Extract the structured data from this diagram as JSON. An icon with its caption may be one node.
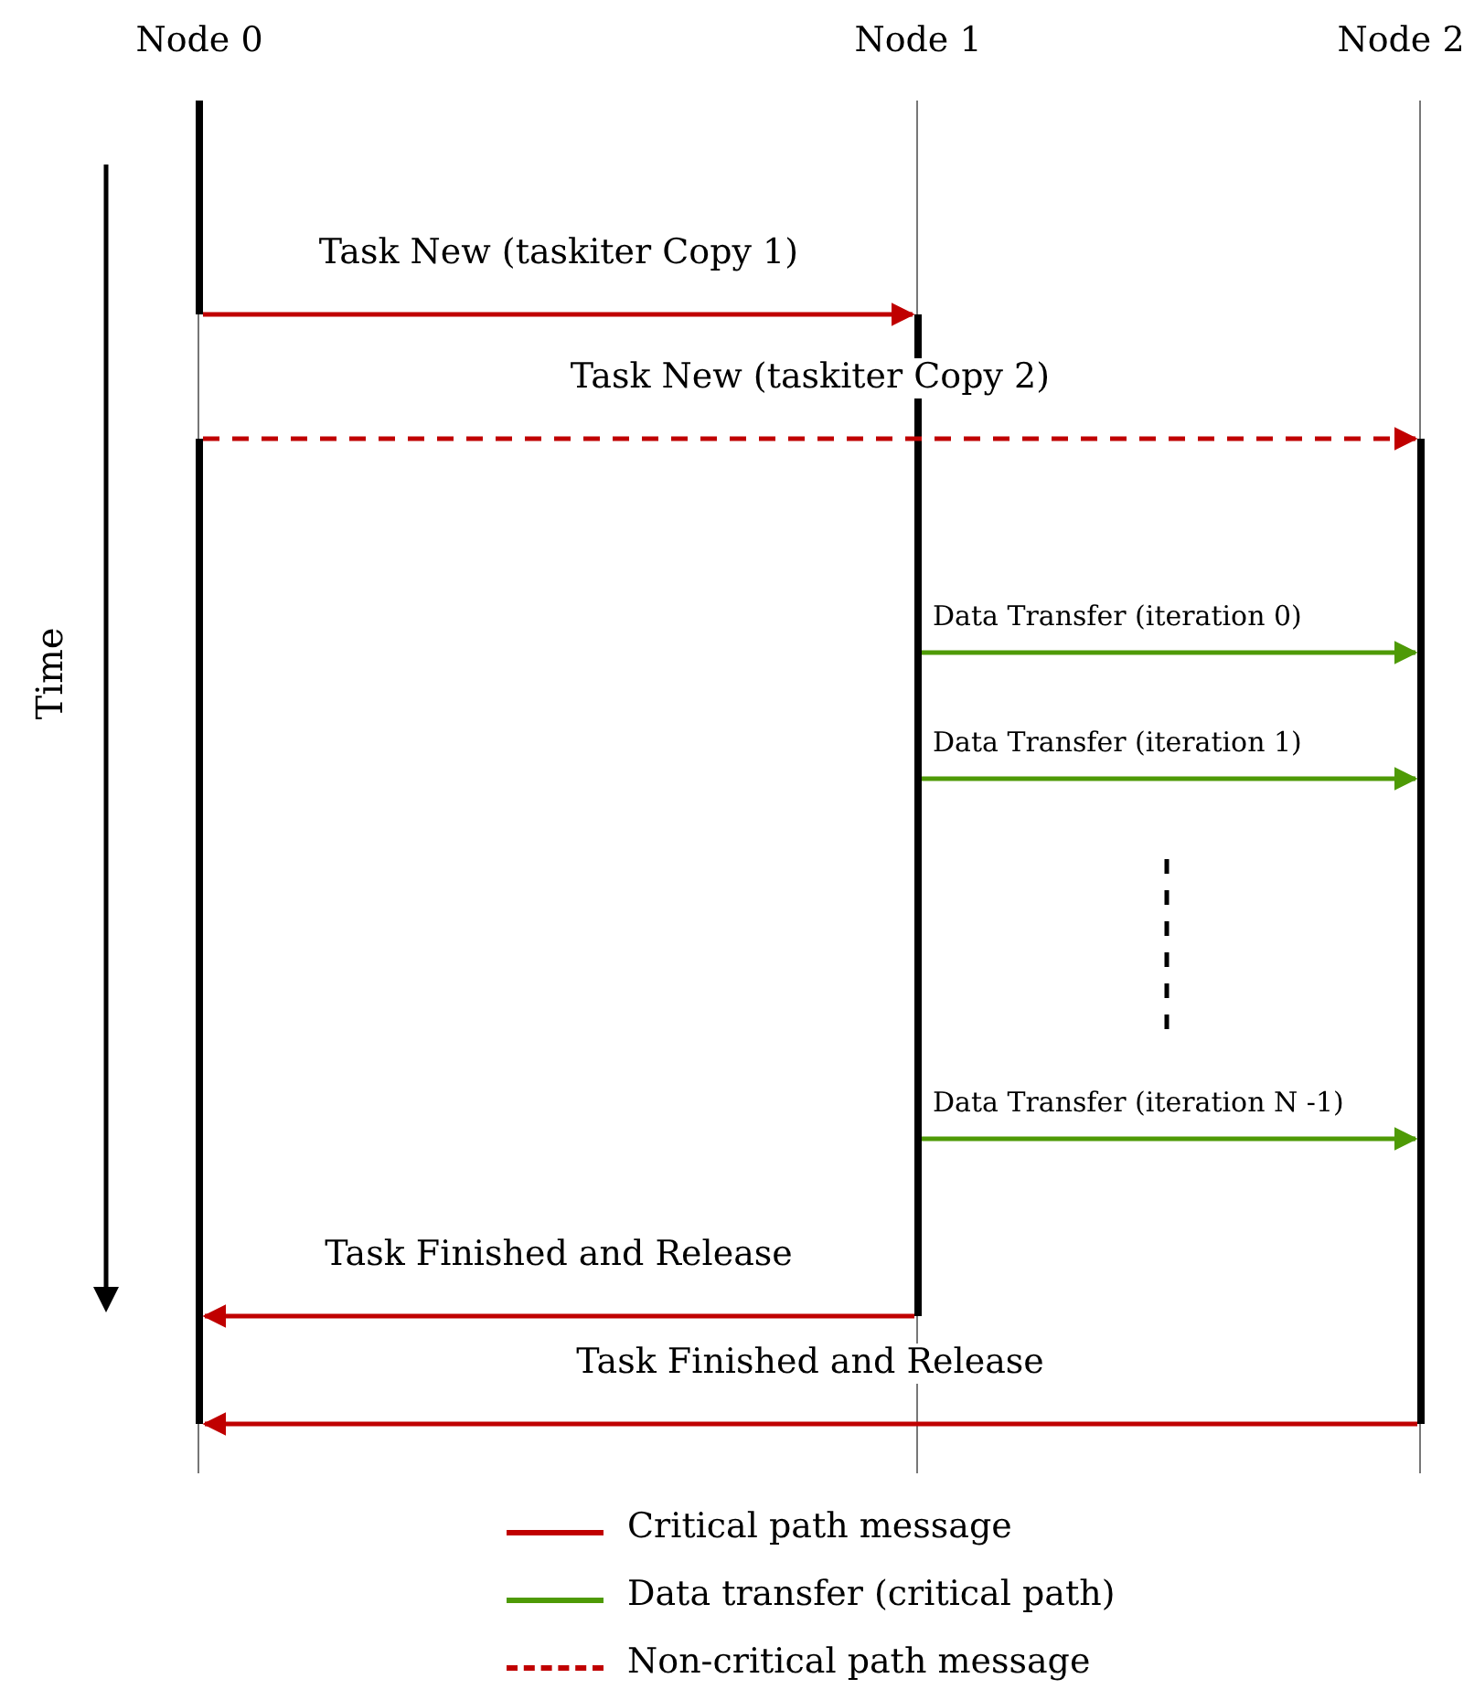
{
  "diagram": {
    "nodes": [
      {
        "text": [
          "Node 0"
        ]
      },
      {
        "text": [
          "Node 1"
        ]
      },
      {
        "text": [
          "Node 2"
        ]
      }
    ],
    "edges": [
      {
        "from": 0,
        "to": 1,
        "arrow": "to",
        "label": "Task New (taskiter Copy 1)"
      },
      {
        "from": 0,
        "to": 2,
        "arrow": "to",
        "label": "Task New (taskiter Copy 2)",
        "style": "dashed"
      },
      {
        "from": 1,
        "to": 2,
        "arrow": "to",
        "label": "Data Transfer (iteration 0)",
        "color": "#4e9a06"
      },
      {
        "from": 1,
        "to": 2,
        "arrow": "to",
        "label": "Data Transfer (iteration 1)",
        "color": "#4e9a06"
      },
      {
        "from": 1,
        "to": 2,
        "arrow": "to",
        "label": "Data Transfer (iteration N -1)",
        "color": "#4e9a06"
      },
      {
        "from": 1,
        "to": 0,
        "arrow": "to",
        "label": "Task Finished and Release"
      },
      {
        "from": 2,
        "to": 0,
        "arrow": "to",
        "label": "Task Finished and Release"
      }
    ],
    "labels": [
      "Time"
    ],
    "legend": [
      {
        "text": "Critical path message",
        "color": "#c00000"
      },
      {
        "text": "Data transfer (critical path)",
        "color": "#4e9a06"
      },
      {
        "text": "Non-critical path message",
        "color": "#c00000"
      }
    ]
  }
}
